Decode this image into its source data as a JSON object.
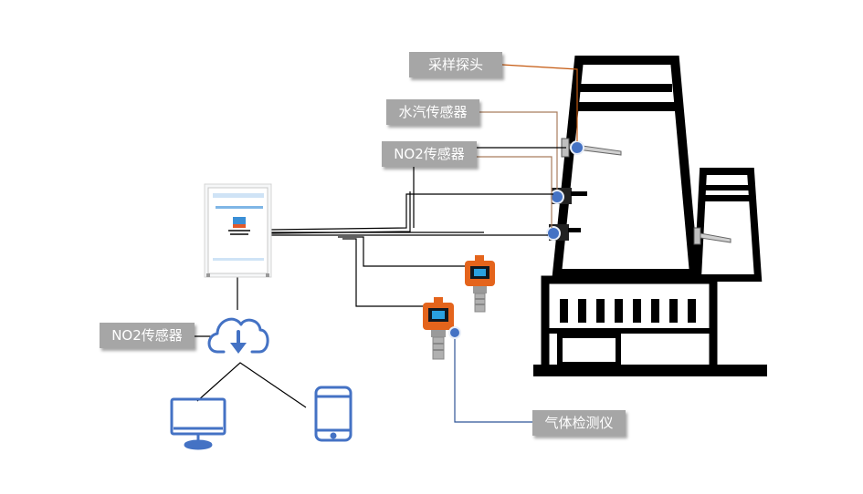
{
  "labels": {
    "probe": "采样探头",
    "vapor_sensor": "水汽传感器",
    "no2_sensor_top": "NO2传感器",
    "no2_sensor_left": "NO2传感器",
    "gas_detector": "气体检测仪"
  },
  "colors": {
    "label_bg": "#a6a6a6",
    "label_text": "#ffffff",
    "icon_blue": "#4472c4",
    "probe_line": "#c55a11",
    "sensor_line": "#a97d5d",
    "detector_line": "#2f5597",
    "device_orange": "#e4641c"
  },
  "icons": [
    "cloud-download-icon",
    "monitor-icon",
    "phone-icon",
    "factory-chimney-icon",
    "gas-detector-icon",
    "monitor-cabinet-icon"
  ]
}
